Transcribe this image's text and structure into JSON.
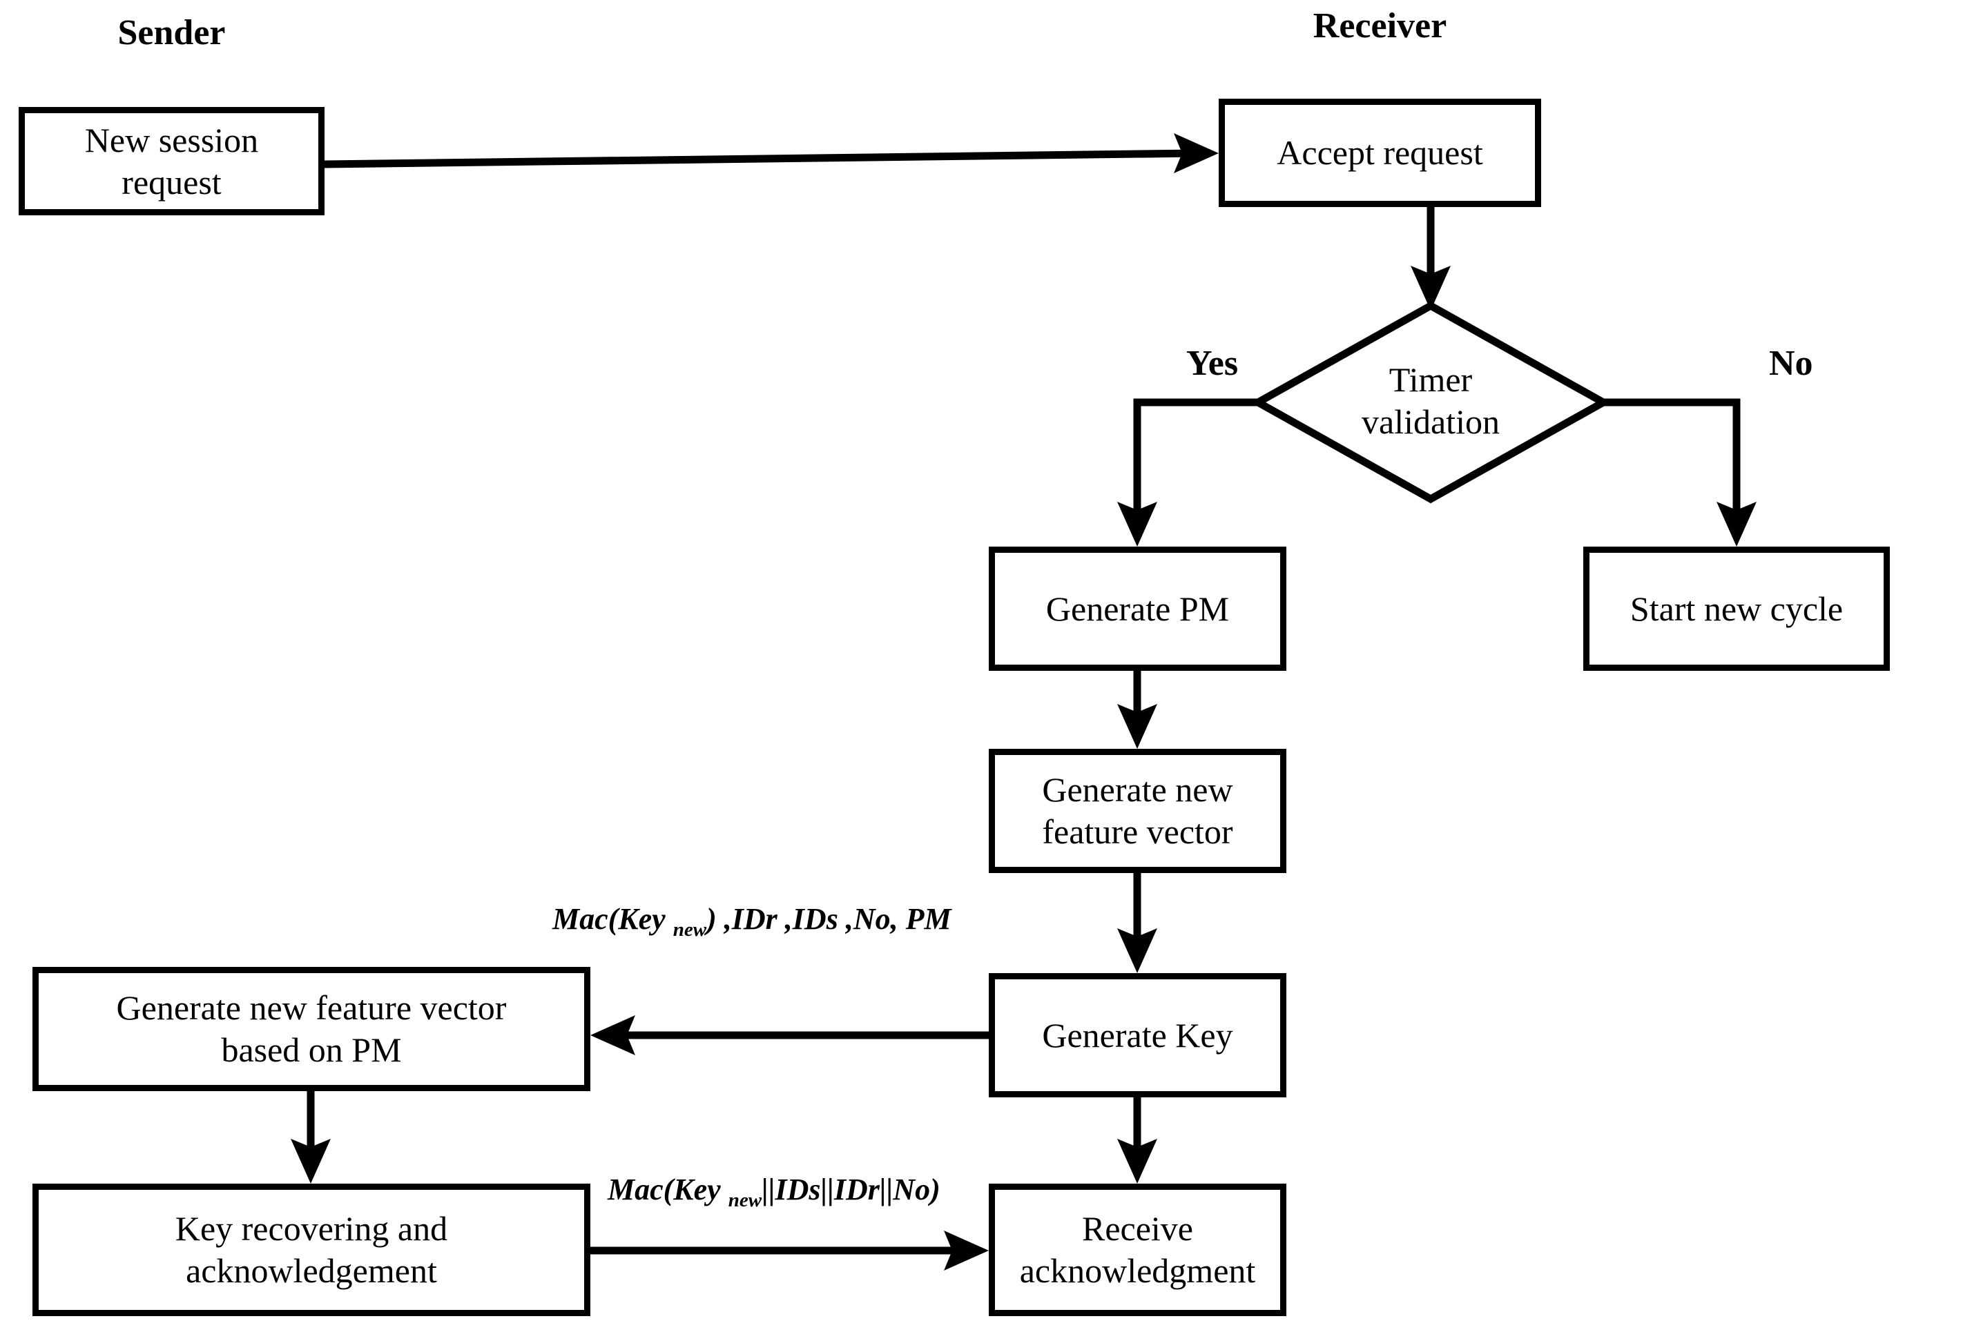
{
  "diagram": {
    "title_sender": "Sender",
    "title_receiver": "Receiver",
    "type": "flowchart",
    "stroke_color": "#000000",
    "background_color": "#ffffff"
  },
  "nodes": {
    "new_session_request": "New session request",
    "accept_request": "Accept request",
    "timer_validation": "Timer\nvalidation",
    "generate_pm": "Generate PM",
    "start_new_cycle": "Start  new cycle",
    "generate_new_feature_vector": "Generate new\nfeature vector",
    "generate_key": "Generate Key",
    "receive_acknowledgment": "Receive\nacknowledgment",
    "generate_new_feature_vector_pm": "Generate new feature vector\nbased on PM",
    "key_recovering_ack": "Key recovering and\nacknowledgement"
  },
  "branch_labels": {
    "yes": "Yes",
    "no": "No"
  },
  "edge_labels": {
    "mac_key_new_main": "Mac(Key new) ,IDr ,IDs ,No, PM",
    "mac_key_new_main_prefix": "Mac(Key ",
    "mac_key_new_main_sub": "new",
    "mac_key_new_main_suffix": ") ,IDr ,IDs ,No, PM",
    "mac_ack_prefix": "Mac(Key ",
    "mac_ack_sub": "new",
    "mac_ack_suffix": "||IDs||IDr||No)",
    "mac_ack_full": "Mac(Key new||IDs||IDr||No)"
  }
}
